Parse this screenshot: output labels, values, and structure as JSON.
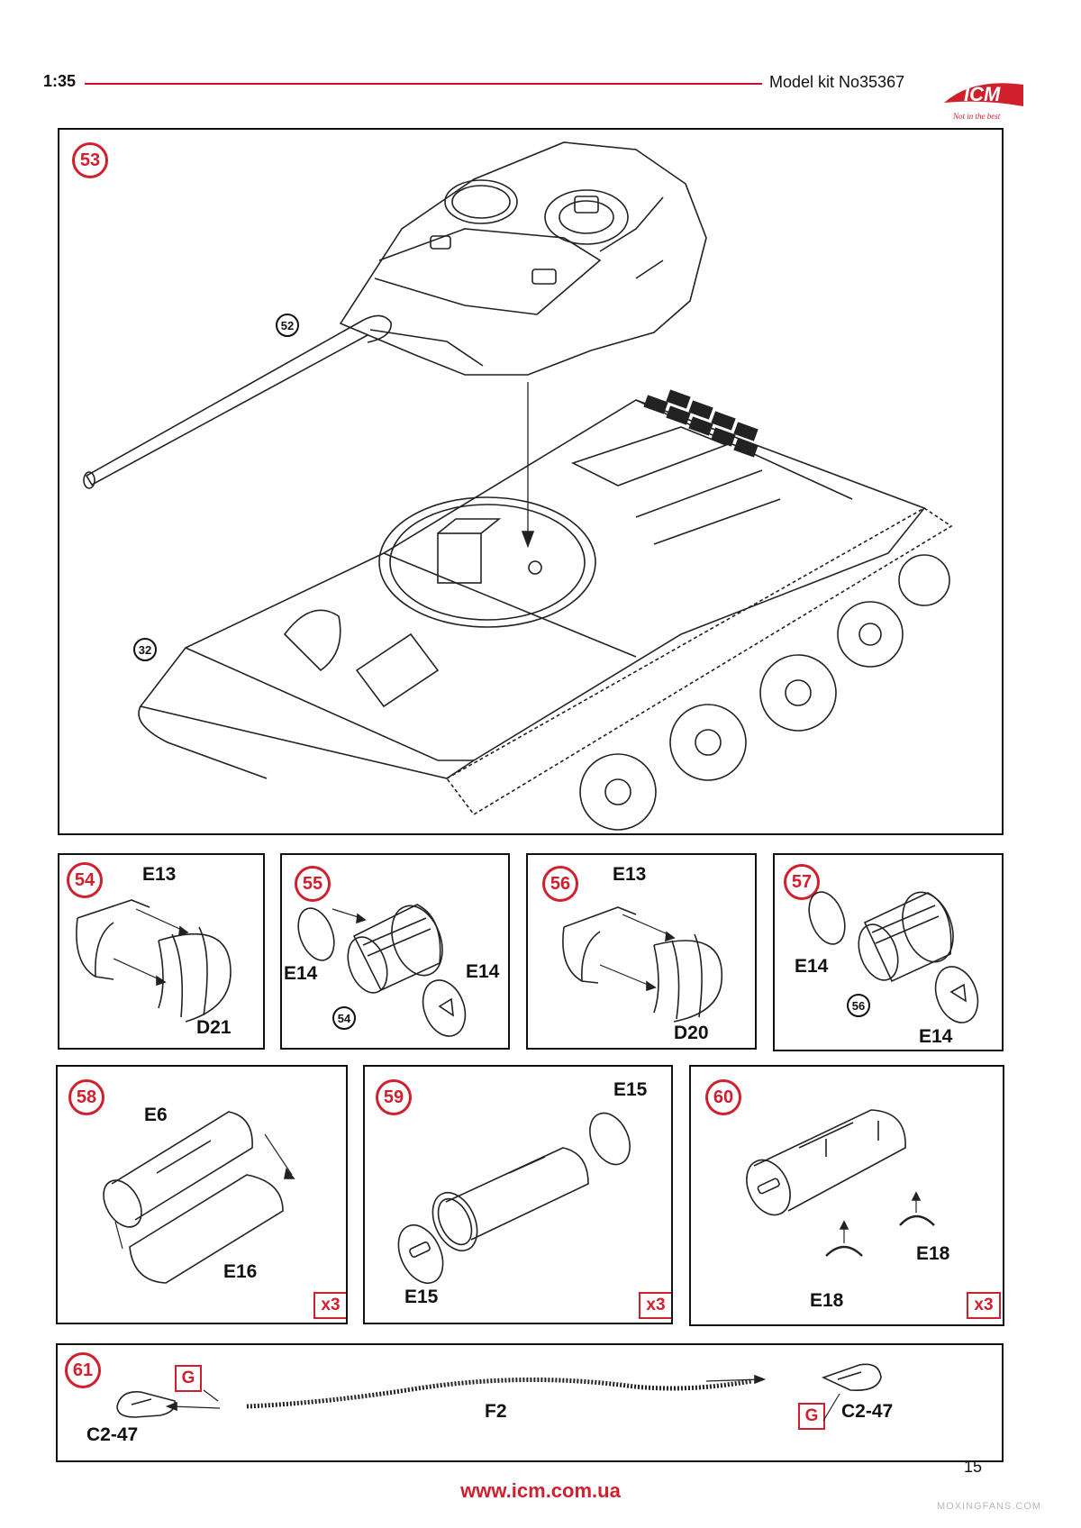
{
  "header": {
    "scale": "1:35",
    "kit": "Model kit No35367",
    "brand": "ICM",
    "tagline": "Not in the best",
    "accent_color": "#d0202e"
  },
  "steps": {
    "s53": {
      "number": "53",
      "refs": [
        "52",
        "32"
      ]
    },
    "s54": {
      "number": "54",
      "parts": [
        "E13",
        "D21"
      ]
    },
    "s55": {
      "number": "55",
      "parts": [
        "E14",
        "E14"
      ],
      "ref": "54"
    },
    "s56": {
      "number": "56",
      "parts": [
        "E13",
        "D20"
      ]
    },
    "s57": {
      "number": "57",
      "parts": [
        "E14",
        "E14"
      ],
      "ref": "56"
    },
    "s58": {
      "number": "58",
      "parts": [
        "E6",
        "E16"
      ],
      "multiplier": "x3"
    },
    "s59": {
      "number": "59",
      "parts": [
        "E15",
        "E15"
      ],
      "multiplier": "x3"
    },
    "s60": {
      "number": "60",
      "parts": [
        "E18",
        "E18"
      ],
      "multiplier": "x3"
    },
    "s61": {
      "number": "61",
      "parts": [
        "C2-47",
        "F2",
        "C2-47"
      ],
      "tag": "G"
    }
  },
  "footer": {
    "url": "www.icm.com.ua",
    "page": "15",
    "watermark": "MOXINGFANS.COM"
  }
}
